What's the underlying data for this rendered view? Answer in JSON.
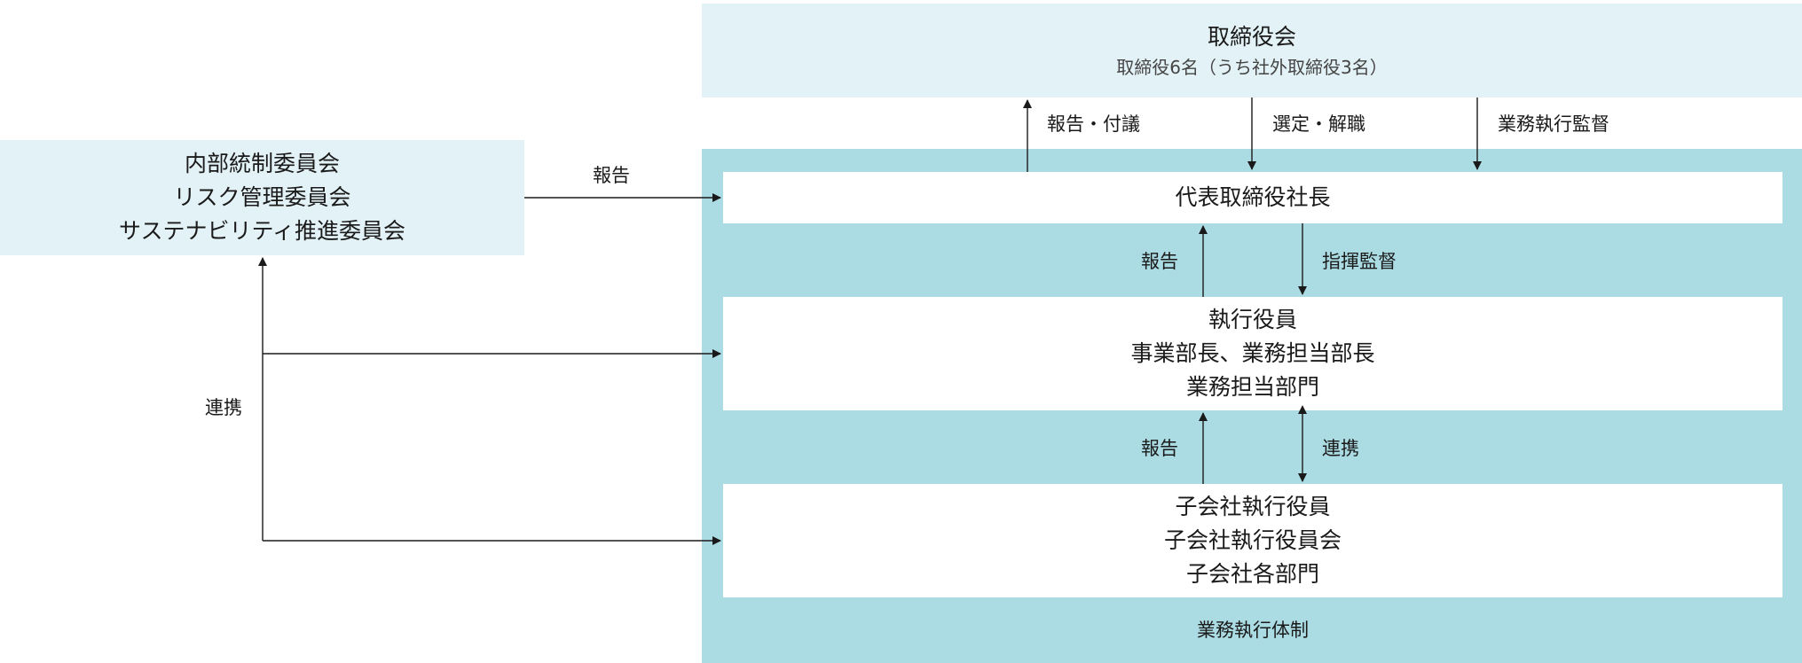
{
  "board": {
    "title": "取締役会",
    "subtitle": "取締役6名（うち社外取締役3名）"
  },
  "committees": {
    "line1": "内部統制委員会",
    "line2": "リスク管理委員会",
    "line3": "サステナビリティ推進委員会"
  },
  "president": {
    "title": "代表取締役社長"
  },
  "executives": {
    "line1": "執行役員",
    "line2": "事業部長、業務担当部長",
    "line3": "業務担当部門"
  },
  "subsidiaries": {
    "line1": "子会社執行役員",
    "line2": "子会社執行役員会",
    "line3": "子会社各部門"
  },
  "execution_system": {
    "label": "業務執行体制"
  },
  "arrows": {
    "report_and_refer": "報告・付議",
    "select_dismiss": "選定・解職",
    "supervision": "業務執行監督",
    "committee_report": "報告",
    "president_report": "報告",
    "command_supervise": "指揮監督",
    "subsidiary_report": "報告",
    "coordination": "連携",
    "left_coordination": "連携"
  },
  "colors": {
    "light_panel": "#e3f2f6",
    "teal_panel": "#abdbe3",
    "white_box": "#ffffff",
    "line": "#1a1a1a"
  }
}
